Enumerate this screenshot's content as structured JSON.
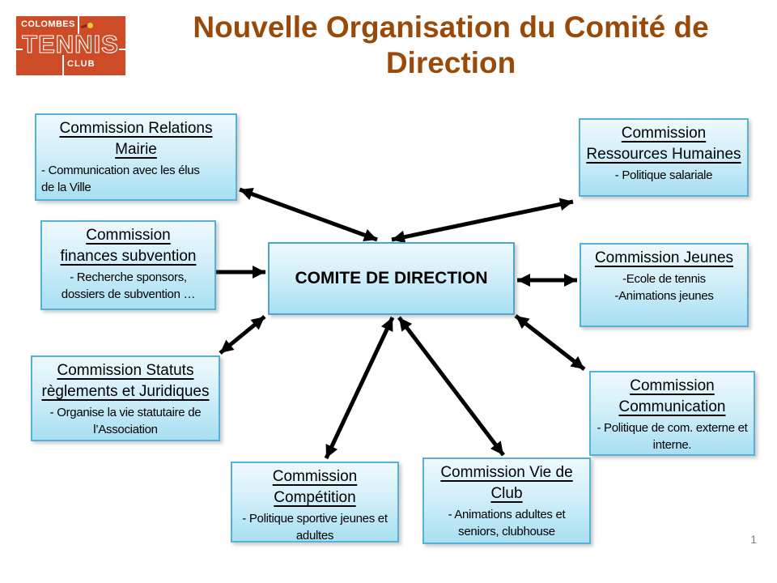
{
  "title": "Nouvelle Organisation du Comité de Direction",
  "page_number": "1",
  "logo": {
    "city": "COLOMBES",
    "name": "TENNIS",
    "suffix": "CLUB"
  },
  "center": {
    "label": "COMITE DE DIRECTION"
  },
  "commissions": [
    {
      "id": "relations-mairie",
      "title": "Commission Relations\nMairie",
      "body": "- Communication avec les élus\nde la Ville"
    },
    {
      "id": "ressources-humaines",
      "title": "Commission\nRessources Humaines",
      "body": "- Politique salariale"
    },
    {
      "id": "finances-subvention",
      "title": "Commission\nfinances subvention",
      "body": "- Recherche sponsors,\ndossiers de subvention …"
    },
    {
      "id": "jeunes",
      "title": "Commission Jeunes",
      "body": "-Ecole de tennis\n-Animations jeunes"
    },
    {
      "id": "statuts-reglements-juridiques",
      "title": "Commission Statuts\nrèglements et Juridiques",
      "body": "- Organise la vie statutaire de\nl’Association"
    },
    {
      "id": "communication",
      "title": "Commission\nCommunication",
      "body": "- Politique de com. externe et\ninterne."
    },
    {
      "id": "competition",
      "title": "Commission\nCompétition",
      "body": "- Politique sportive jeunes et\nadultes"
    },
    {
      "id": "vie-de-club",
      "title": "Commission Vie de\nClub",
      "body": "- Animations adultes et\nseniors, clubhouse"
    }
  ],
  "colors": {
    "title_text": "#9a4a08",
    "box_border": "#57b0d8",
    "box_fill_top": "#eef9fd",
    "box_fill_bottom": "#a7dff1",
    "arrow": "#000000",
    "logo_background": "#ce4b27",
    "tennis_ball": "#f4c63d",
    "page_number_text": "#808080"
  }
}
